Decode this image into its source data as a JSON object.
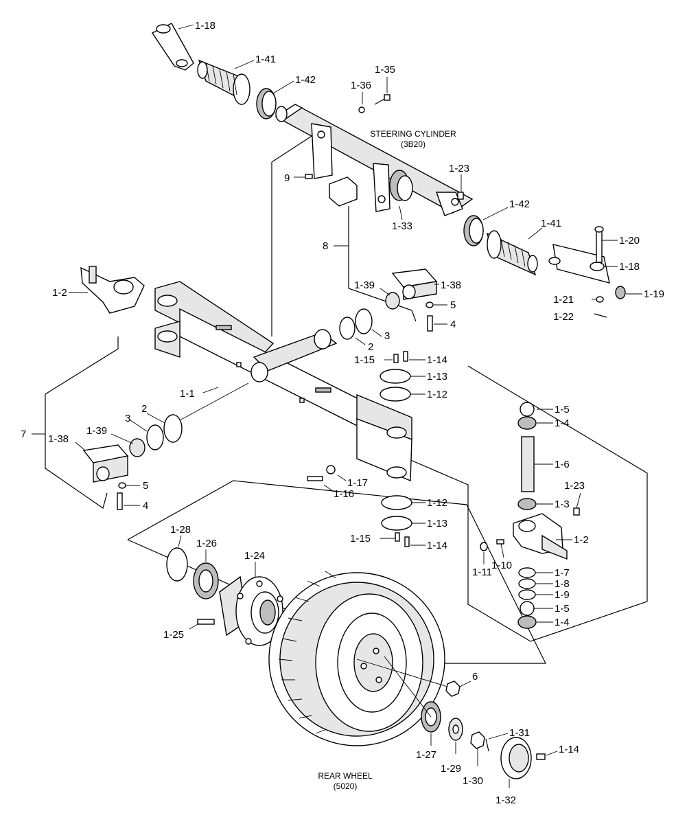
{
  "captions": {
    "steering_cylinder_title": "STEERING CYLINDER",
    "steering_cylinder_code": "(3B20)",
    "rear_wheel_title": "REAR WHEEL",
    "rear_wheel_code": "(5020)"
  },
  "labels": {
    "l_1_18_top": "1-18",
    "l_1_41_top": "1-41",
    "l_1_42_top": "1-42",
    "l_1_36": "1-36",
    "l_1_35": "1-35",
    "l_1_23_top": "1-23",
    "l_9": "9",
    "l_1_33": "1-33",
    "l_1_42_right": "1-42",
    "l_1_41_right": "1-41",
    "l_1_20": "1-20",
    "l_1_18_right": "1-18",
    "l_1_19": "1-19",
    "l_1_21": "1-21",
    "l_1_22": "1-22",
    "l_8": "8",
    "l_1_2_left": "1-2",
    "l_1_39_upper": "1-39",
    "l_1_38_upper": "1-38",
    "l_5_upper": "5",
    "l_4_upper": "4",
    "l_2_upper": "2",
    "l_3_upper": "3",
    "l_1_15_upper": "1-15",
    "l_1_14_upper": "1-14",
    "l_1_13_upper": "1-13",
    "l_1_12_upper": "1-12",
    "l_1_1": "1-1",
    "l_7": "7",
    "l_1_38_lower": "1-38",
    "l_1_39_lower": "1-39",
    "l_3_lower": "3",
    "l_2_lower": "2",
    "l_5_lower": "5",
    "l_4_lower": "4",
    "l_1_5_upper": "1-5",
    "l_1_4_upper": "1-4",
    "l_1_6": "1-6",
    "l_1_23_right": "1-23",
    "l_1_3": "1-3",
    "l_1_2_right": "1-2",
    "l_1_17": "1-17",
    "l_1_16": "1-16",
    "l_1_12_lower": "1-12",
    "l_1_13_lower": "1-13",
    "l_1_15_lower": "1-15",
    "l_1_14_lower": "1-14",
    "l_1_11": "1-11",
    "l_1_10": "1-10",
    "l_1_7": "1-7",
    "l_1_8": "1-8",
    "l_1_9": "1-9",
    "l_1_5_lower": "1-5",
    "l_1_4_lower": "1-4",
    "l_1_28": "1-28",
    "l_1_26": "1-26",
    "l_1_24": "1-24",
    "l_1_25": "1-25",
    "l_6": "6",
    "l_1_27": "1-27",
    "l_1_29": "1-29",
    "l_1_30": "1-30",
    "l_1_31": "1-31",
    "l_1_14_cap": "1-14",
    "l_1_32": "1-32"
  }
}
